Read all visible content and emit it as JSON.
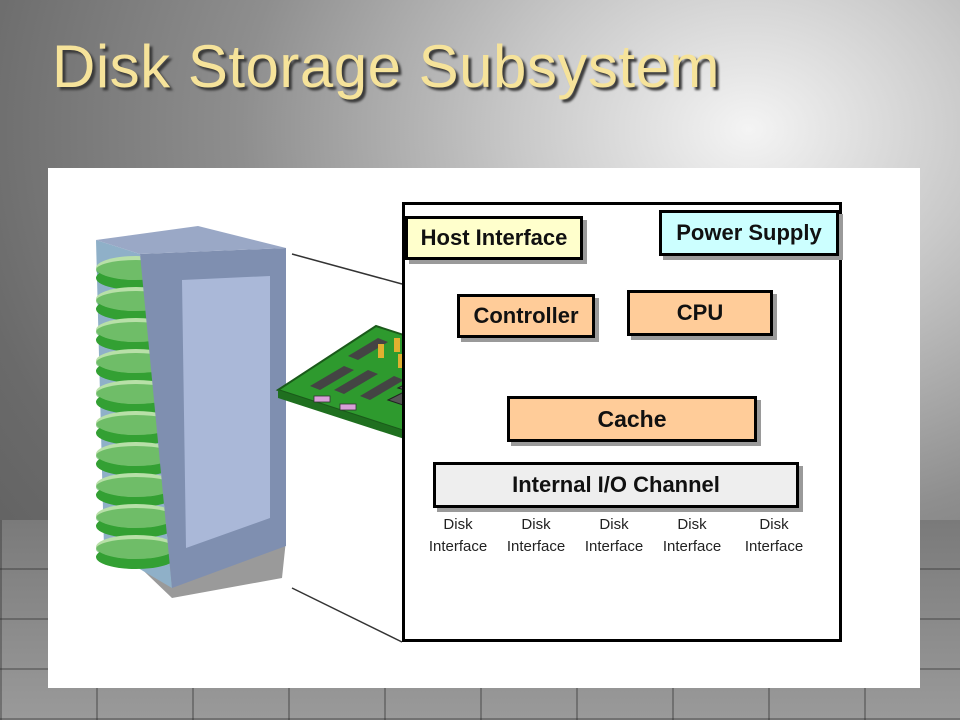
{
  "slide": {
    "title": "Disk Storage Subsystem"
  },
  "diagram": {
    "host_interface": "Host Interface",
    "power_supply": "Power Supply",
    "controller": "Controller",
    "cpu": "CPU",
    "cache": "Cache",
    "io_channel": "Internal I/O Channel",
    "disk_interfaces": [
      {
        "line1": "Disk",
        "line2": "Interface"
      },
      {
        "line1": "Disk",
        "line2": "Interface"
      },
      {
        "line1": "Disk",
        "line2": "Interface"
      },
      {
        "line1": "Disk",
        "line2": "Interface"
      },
      {
        "line1": "Disk",
        "line2": "Interface"
      }
    ]
  },
  "colors": {
    "title": "#f6e39a",
    "host_fill": "#ffffcc",
    "power_fill": "#ccffff",
    "component_fill": "#ffcc99",
    "channel_fill": "#eeeeee",
    "disk_gold": "#f0d060",
    "drive_green": "#33a033",
    "board_green": "#2e9a2e"
  }
}
